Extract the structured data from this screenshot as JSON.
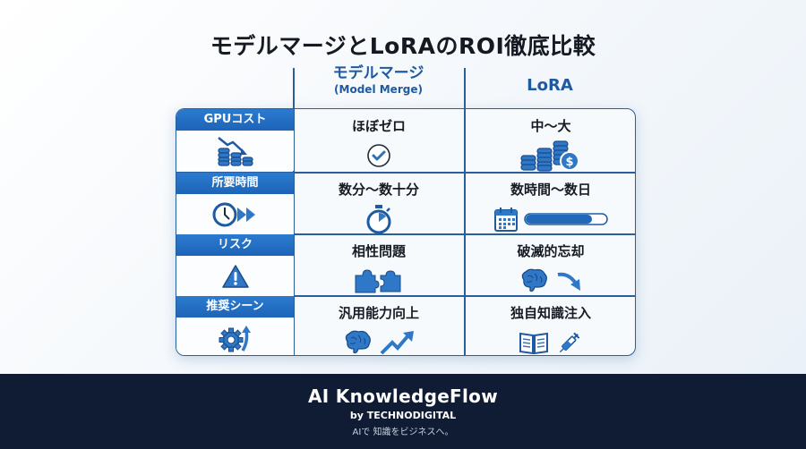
{
  "title": "モデルマージとLoRAのROI徹底比較",
  "columns": [
    {
      "main": "モデルマージ",
      "sub": "(Model Merge)"
    },
    {
      "main": "LoRA",
      "sub": ""
    }
  ],
  "rows": [
    {
      "label": "GPUコスト",
      "label_icon": "coins-down-trend-icon",
      "merge": {
        "text": "ほぼゼロ",
        "icons": [
          "check-circle-icon"
        ]
      },
      "lora": {
        "text": "中〜大",
        "icons": [
          "coin-stacks-dollar-icon"
        ]
      }
    },
    {
      "label": "所要時間",
      "label_icon": "clock-fast-forward-icon",
      "merge": {
        "text": "数分〜数十分",
        "icons": [
          "stopwatch-icon"
        ]
      },
      "lora": {
        "text": "数時間〜数日",
        "icons": [
          "calendar-icon",
          "progress-bar-icon"
        ]
      }
    },
    {
      "label": "リスク",
      "label_icon": "warning-triangle-icon",
      "merge": {
        "text": "相性問題",
        "icons": [
          "puzzle-pieces-icon"
        ]
      },
      "lora": {
        "text": "破滅的忘却",
        "icons": [
          "brain-icon",
          "arrow-down-right-icon"
        ]
      }
    },
    {
      "label": "推奨シーン",
      "label_icon": "gear-arrow-up-icon",
      "merge": {
        "text": "汎用能力向上",
        "icons": [
          "brain-icon",
          "trend-up-arrow-icon"
        ]
      },
      "lora": {
        "text": "独自知識注入",
        "icons": [
          "open-book-icon",
          "syringe-icon"
        ]
      }
    }
  ],
  "footer": {
    "brand": "AI KnowledgeFlow",
    "by": "by TECHNODIGITAL",
    "tagline": "AIで 知識をビジネスへ。"
  },
  "colors": {
    "accent": "#1d64b8",
    "border": "#2a5f9c",
    "footer_bg": "#0f1c33",
    "icon_blue": "#2f78c8"
  }
}
